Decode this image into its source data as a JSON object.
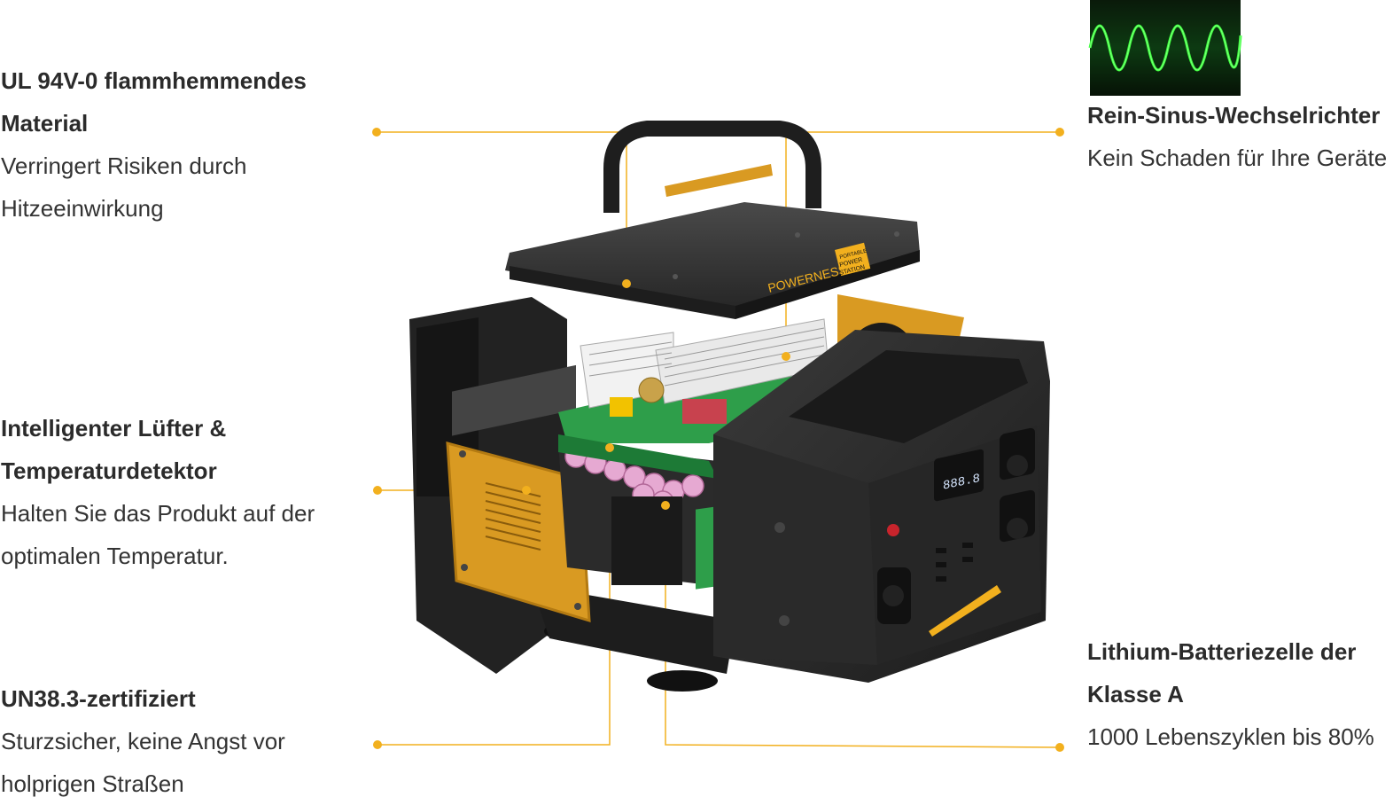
{
  "features": {
    "flame": {
      "title": "UL 94V-0 flammhemmendes Material",
      "desc": "Verringert Risiken durch Hitzeeinwirkung"
    },
    "fan": {
      "title": "Intelligenter Lüfter & Temperaturdetektor",
      "desc": "Halten Sie das Produkt auf der optimalen Temperatur."
    },
    "un": {
      "title": "UN38.3-zertifiziert",
      "desc": "Sturzsicher, keine Angst vor holprigen Straßen"
    },
    "sine": {
      "title": "Rein-Sinus-Wechselrichter",
      "desc": "Kein Schaden für Ihre Geräte"
    },
    "lithium": {
      "title": "Lithium-Batteriezelle der Klasse A",
      "desc": "1000 Lebenszyklen bis 80%"
    }
  },
  "product": {
    "brand": "POWERNESS",
    "badge_lines": [
      "PORTABLE",
      "POWER",
      "STATION"
    ],
    "display": "888.8"
  },
  "colors": {
    "accent": "#f2b01e",
    "body": "#2a2a2a",
    "orange_panel": "#d99a22",
    "pcb": "#2e9e4a",
    "cells": "#e6a9d2",
    "waveform": "#3cff3c"
  }
}
